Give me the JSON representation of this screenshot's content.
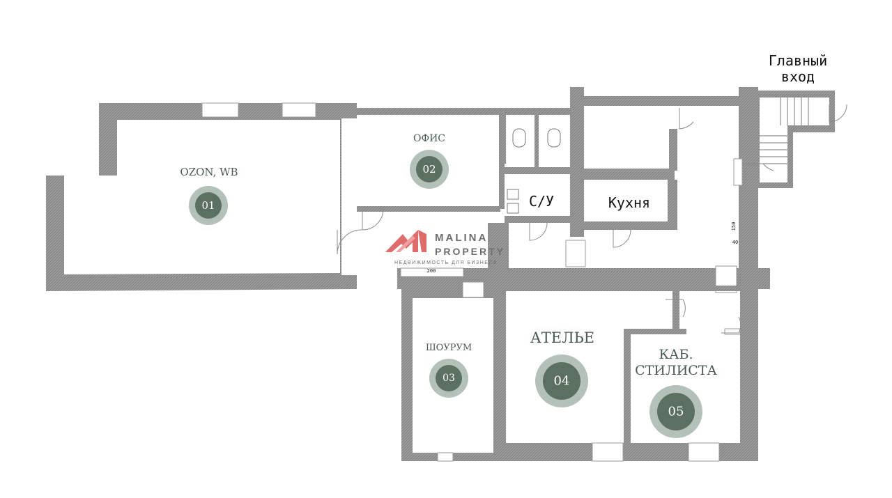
{
  "colors": {
    "wall": "#8f8f8f",
    "badge_outer": "#b4c1b8",
    "badge_inner": "#5c7062",
    "label": "#4a5a50",
    "logo_red": "#e06b6b",
    "logo_grey": "#6d6d6d"
  },
  "entrance": {
    "line1": "Главный",
    "line2": "вход"
  },
  "rooms": {
    "r01": {
      "name": "OZON, WB",
      "number": "01"
    },
    "r02": {
      "name": "ОФИС",
      "number": "02"
    },
    "r03": {
      "name": "ШОУРУМ",
      "number": "03"
    },
    "r04": {
      "name": "АТЕЛЬЕ",
      "number": "04"
    },
    "r05": {
      "name_line1": "КАБ.",
      "name_line2": "СТИЛИСТА",
      "number": "05"
    },
    "wc": {
      "name": "С/У"
    },
    "kitchen": {
      "name": "Кухня"
    }
  },
  "logo": {
    "word1": "MALINA",
    "word2": "PROPERTY",
    "tagline": "НЕДВИЖИМОСТЬ ДЛЯ БИЗНЕСА"
  },
  "dimensions": {
    "d200": "200",
    "d150": "150",
    "d40": "40"
  }
}
